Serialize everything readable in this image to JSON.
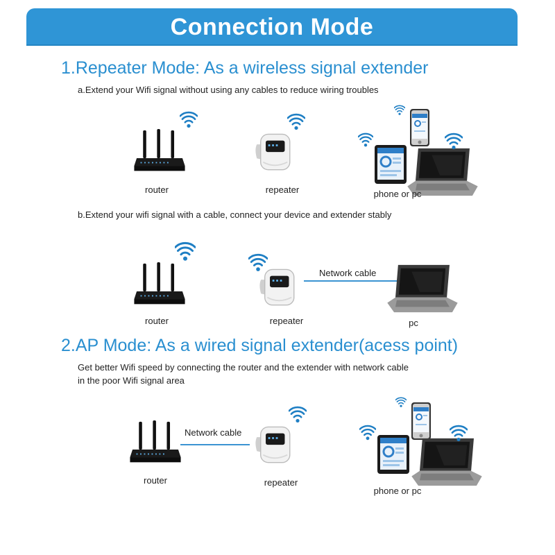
{
  "header": {
    "title": "Connection Mode"
  },
  "repeater_mode": {
    "heading": "1.Repeater Mode: As a wireless signal extender",
    "sub_a": {
      "text": "a.Extend your Wifi signal without using any cables to reduce wiring troubles",
      "labels": {
        "router": "router",
        "repeater": "repeater",
        "devices": "phone or pc"
      }
    },
    "sub_b": {
      "text": "b.Extend your wifi signal with a cable, connect your device and extender stably",
      "labels": {
        "router": "router",
        "repeater": "repeater",
        "pc": "pc"
      },
      "cable_label": "Network cable"
    }
  },
  "ap_mode": {
    "heading": "2.AP Mode: As a wired signal extender(acess point)",
    "desc_line1": "Get better Wifi speed by connecting the router and the extender with network cable",
    "desc_line2": "in the poor Wifi signal area",
    "labels": {
      "router": "router",
      "repeater": "repeater",
      "devices": "phone or pc"
    },
    "cable_label": "Network cable"
  },
  "icons": {
    "wifi": "wifi-signal-icon",
    "router": "router-icon",
    "repeater": "repeater-icon",
    "phone": "smartphone-icon",
    "tablet": "tablet-icon",
    "laptop": "laptop-icon"
  },
  "colors": {
    "accent": "#2f95d6",
    "heading": "#2a8fd0",
    "cable": "#3a93d2"
  }
}
